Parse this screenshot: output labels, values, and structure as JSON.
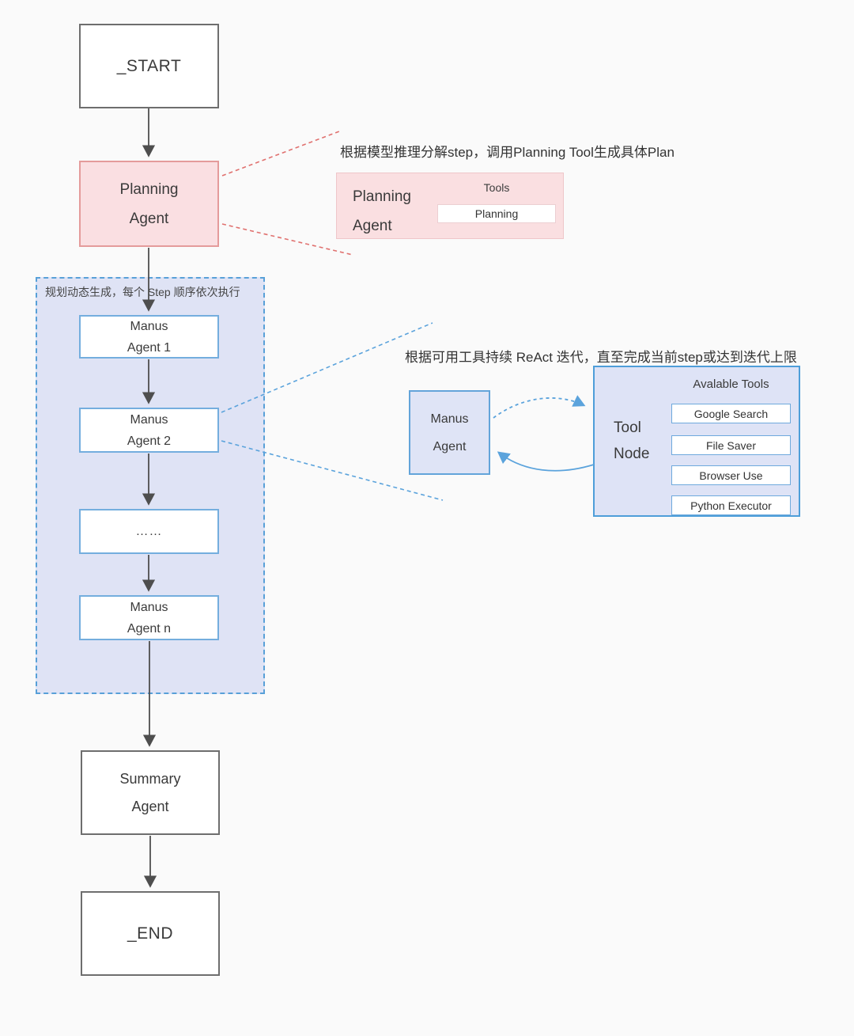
{
  "colors": {
    "background": "#fafafa",
    "neutral_box_border": "#6e6e6e",
    "pink_fill": "#fadfe2",
    "pink_border": "#e49b9b",
    "lavender_fill": "#dfe3f5",
    "blue_border": "#4e9ed9",
    "light_blue_box_border": "#74aede",
    "red_dashed_line": "#e0716f",
    "blue_dashed_line": "#5ba3dc",
    "arrow_gray": "#4e4e4e"
  },
  "main_flow": {
    "start_label": "_START",
    "planning_agent": {
      "line1": "Planning",
      "line2": "Agent"
    },
    "loop_caption": "规划动态生成，每个 Step 顺序依次执行",
    "manus_agent_1": {
      "line1": "Manus",
      "line2": "Agent 1"
    },
    "manus_agent_2": {
      "line1": "Manus",
      "line2": "Agent 2"
    },
    "ellipsis_label": "……",
    "manus_agent_n": {
      "line1": "Manus",
      "line2": "Agent n"
    },
    "summary_agent": {
      "line1": "Summary",
      "line2": "Agent"
    },
    "end_label": "_END"
  },
  "planning_detail": {
    "caption": "根据模型推理分解step，调用Planning Tool生成具体Plan",
    "agent": {
      "line1": "Planning",
      "line2": "Agent"
    },
    "tools_label": "Tools",
    "tool_name": "Planning"
  },
  "react_detail": {
    "caption": "根据可用工具持续 ReAct 迭代，直至完成当前step或达到迭代上限",
    "manus_agent": {
      "line1": "Manus",
      "line2": "Agent"
    },
    "tool_node": {
      "line1": "Tool",
      "line2": "Node"
    },
    "available_tools_label": "Avalable Tools",
    "tools": [
      "Google Search",
      "File Saver",
      "Browser Use",
      "Python Executor"
    ]
  }
}
